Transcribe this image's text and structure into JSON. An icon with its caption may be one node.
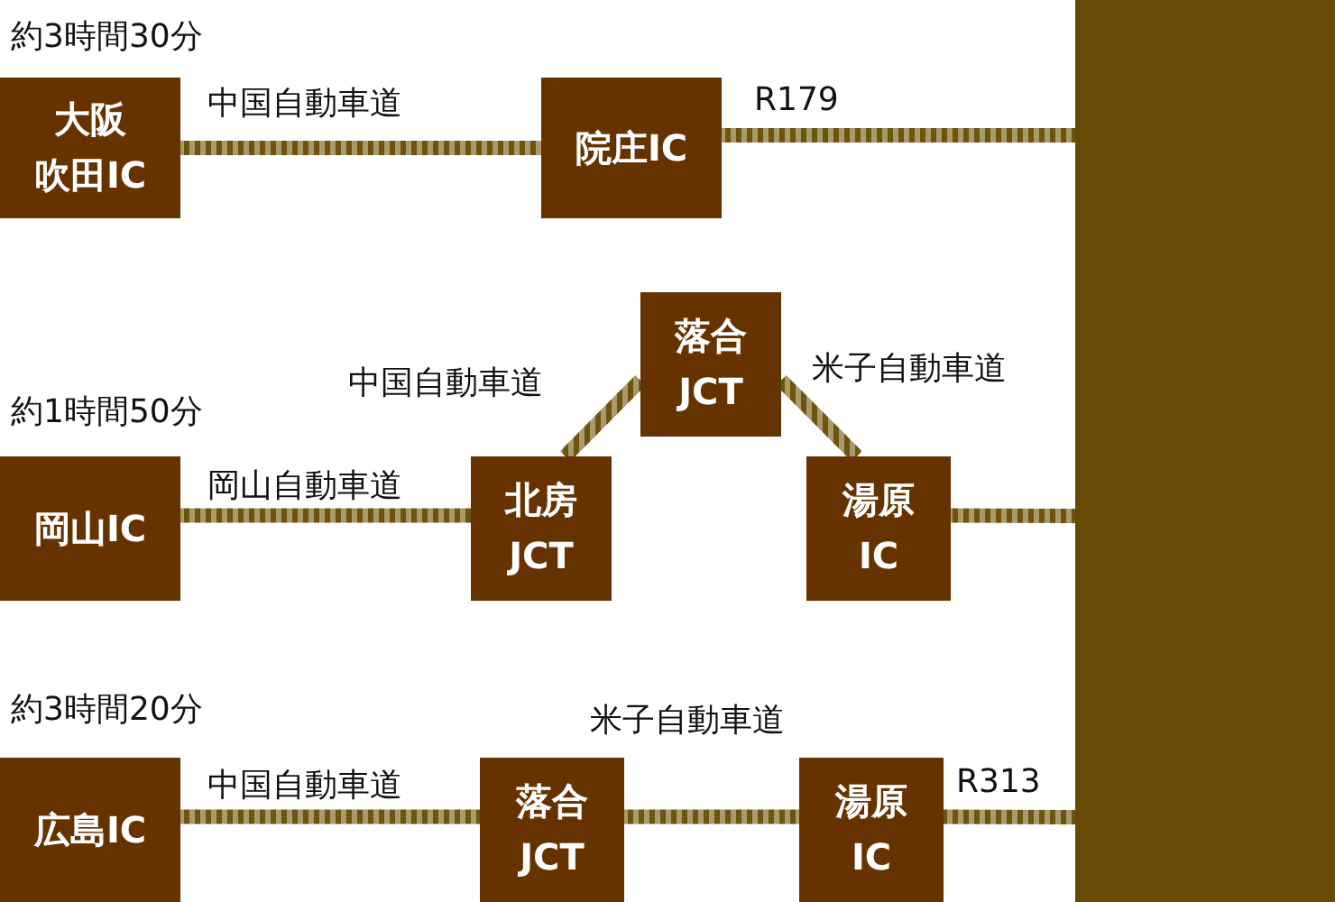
{
  "diagram": {
    "nodes": [
      {
        "text": [
          "大阪吹田IC"
        ]
      },
      {
        "text": [
          "院庄IC"
        ]
      },
      {
        "text": [],
        "shape": "box"
      },
      {
        "text": [
          "岡山IC"
        ]
      },
      {
        "text": [
          "北房JCT"
        ]
      },
      {
        "text": [
          "落合JCT"
        ]
      },
      {
        "text": [
          "湯原IC"
        ]
      },
      {
        "text": [
          "広島IC"
        ]
      },
      {
        "text": [
          "落合JCT"
        ]
      },
      {
        "text": [
          "湯原IC"
        ]
      }
    ],
    "edges": [
      {
        "from": 0,
        "to": 1,
        "arrow": "none",
        "label": "中国自動車道"
      },
      {
        "from": 1,
        "to": 2,
        "arrow": "none",
        "label": "R179"
      },
      {
        "from": 3,
        "to": 4,
        "arrow": "none",
        "label": "岡山自動車道"
      },
      {
        "from": 4,
        "to": 5,
        "arrow": "none",
        "label": "中国自動車道"
      },
      {
        "from": 5,
        "to": 6,
        "arrow": "none",
        "label": "米子自動車道"
      },
      {
        "from": 6,
        "to": 2,
        "arrow": "none"
      },
      {
        "from": 7,
        "to": 8,
        "arrow": "none",
        "label": "中国自動車道"
      },
      {
        "from": 8,
        "to": 9,
        "arrow": "none",
        "label": "米子自動車道"
      },
      {
        "from": 9,
        "to": 2,
        "arrow": "none",
        "label": "R313"
      }
    ],
    "labels": [
      "約3時間30分",
      "約1時間50分",
      "約3時間20分"
    ]
  }
}
